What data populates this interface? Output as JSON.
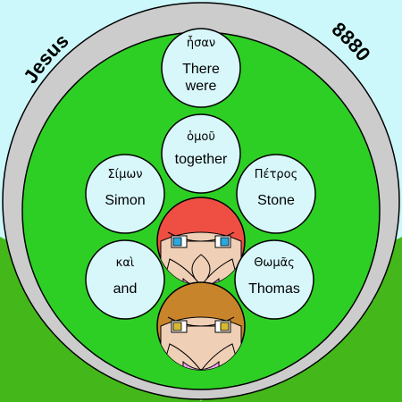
{
  "arc_left": "Jesus",
  "arc_right": "8880",
  "circles": [
    {
      "id": "there-were",
      "greek": "ἦσαν",
      "english": [
        "There",
        "were"
      ]
    },
    {
      "id": "together",
      "greek": "ὁμοῦ",
      "english": [
        "together"
      ]
    },
    {
      "id": "simon",
      "greek": "Σίμων",
      "english": [
        "Simon"
      ]
    },
    {
      "id": "stone",
      "greek": "Πέτρος",
      "english": [
        "Stone"
      ]
    },
    {
      "id": "and",
      "greek": "καὶ",
      "english": [
        "and"
      ]
    },
    {
      "id": "thomas",
      "greek": "Θωμᾶς",
      "english": [
        "Thomas"
      ]
    }
  ],
  "colors": {
    "sky": "#ccf8fb",
    "grass": "#44b81a",
    "ring": "#cccccc",
    "disk": "#2ecf25",
    "bubble": "#d8f7fb",
    "face_top": "#ef4f43",
    "face_bottom": "#c8842b",
    "eye_top": "#2aa9df",
    "eye_bottom": "#d8b832",
    "mouth": "#f2a6f2",
    "skin": "#efcfb6"
  }
}
